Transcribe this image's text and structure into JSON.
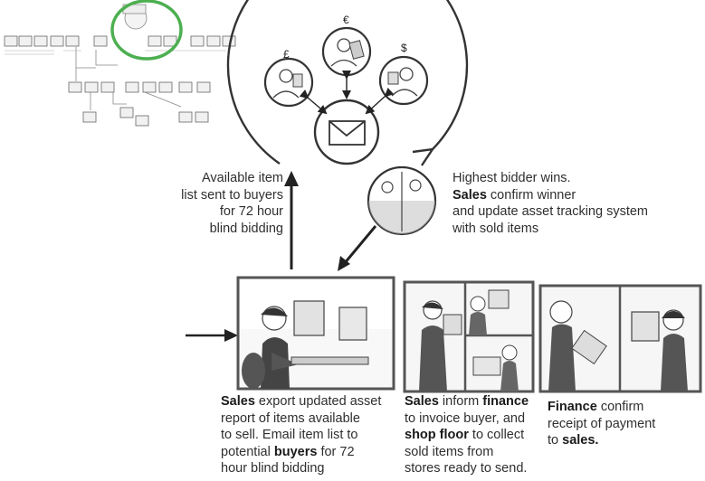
{
  "currencies": {
    "pound": "£",
    "euro": "€",
    "dollar": "$"
  },
  "captions": {
    "available_item": {
      "lines": [
        [
          {
            "t": "Available item",
            "b": false
          }
        ],
        [
          {
            "t": "list sent to buyers",
            "b": false
          }
        ],
        [
          {
            "t": "for 72 hour",
            "b": false
          }
        ],
        [
          {
            "t": "blind bidding",
            "b": false
          }
        ]
      ]
    },
    "highest_bidder": {
      "lines": [
        [
          {
            "t": "Highest bidder wins.",
            "b": false
          }
        ],
        [
          {
            "t": "Sales",
            "b": true
          },
          {
            "t": " confirm winner",
            "b": false
          }
        ],
        [
          {
            "t": "and update asset tracking system",
            "b": false
          }
        ],
        [
          {
            "t": "with sold items",
            "b": false
          }
        ]
      ]
    },
    "sales_export": {
      "lines": [
        [
          {
            "t": "Sales",
            "b": true
          },
          {
            "t": " export updated asset",
            "b": false
          }
        ],
        [
          {
            "t": "report of items available",
            "b": false
          }
        ],
        [
          {
            "t": "to sell. Email item list to",
            "b": false
          }
        ],
        [
          {
            "t": "potential ",
            "b": false
          },
          {
            "t": "buyers",
            "b": true
          },
          {
            "t": " for 72",
            "b": false
          }
        ],
        [
          {
            "t": "hour blind bidding",
            "b": false
          }
        ]
      ]
    },
    "sales_inform": {
      "lines": [
        [
          {
            "t": "Sales",
            "b": true
          },
          {
            "t": " inform ",
            "b": false
          },
          {
            "t": "finance",
            "b": true
          }
        ],
        [
          {
            "t": "to invoice buyer, and",
            "b": false
          }
        ],
        [
          {
            "t": "shop floor",
            "b": true
          },
          {
            "t": " to collect",
            "b": false
          }
        ],
        [
          {
            "t": "sold items from",
            "b": false
          }
        ],
        [
          {
            "t": "stores ready to send.",
            "b": false
          }
        ]
      ]
    },
    "finance_confirm": {
      "lines": [
        [
          {
            "t": "Finance",
            "b": true
          },
          {
            "t": " confirm",
            "b": false
          }
        ],
        [
          {
            "t": "receipt of payment",
            "b": false
          }
        ],
        [
          {
            "t": "to ",
            "b": false
          },
          {
            "t": "sales.",
            "b": true
          }
        ]
      ]
    }
  },
  "colors": {
    "highlight_circle": "#4caf50",
    "ink": "#333333",
    "frame": "#555555"
  }
}
